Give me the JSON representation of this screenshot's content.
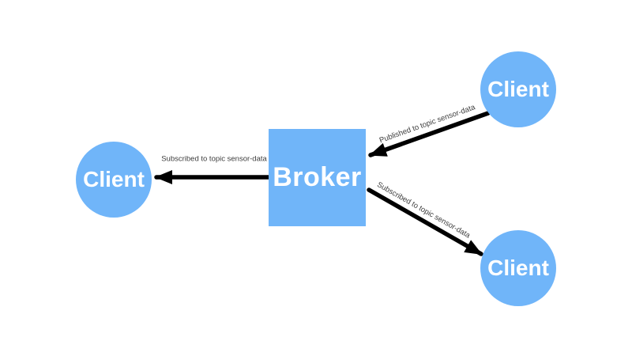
{
  "diagram": {
    "broker": {
      "label": "Broker"
    },
    "clients": {
      "left": {
        "label": "Client"
      },
      "top_right": {
        "label": "Client"
      },
      "bottom_right": {
        "label": "Client"
      }
    },
    "edges": {
      "publish_to_broker": {
        "label": "Published to topic sensor-data"
      },
      "subscribe_left": {
        "label": "Subscribed to topic sensor-data"
      },
      "subscribe_bottom": {
        "label": "Subscribed to topic sensor-data"
      }
    },
    "colors": {
      "background": "#ffffff",
      "node_fill": "#70b5f9",
      "node_text": "#ffffff",
      "arrow": "#000000",
      "edge_label": "#3c3c3c"
    }
  }
}
